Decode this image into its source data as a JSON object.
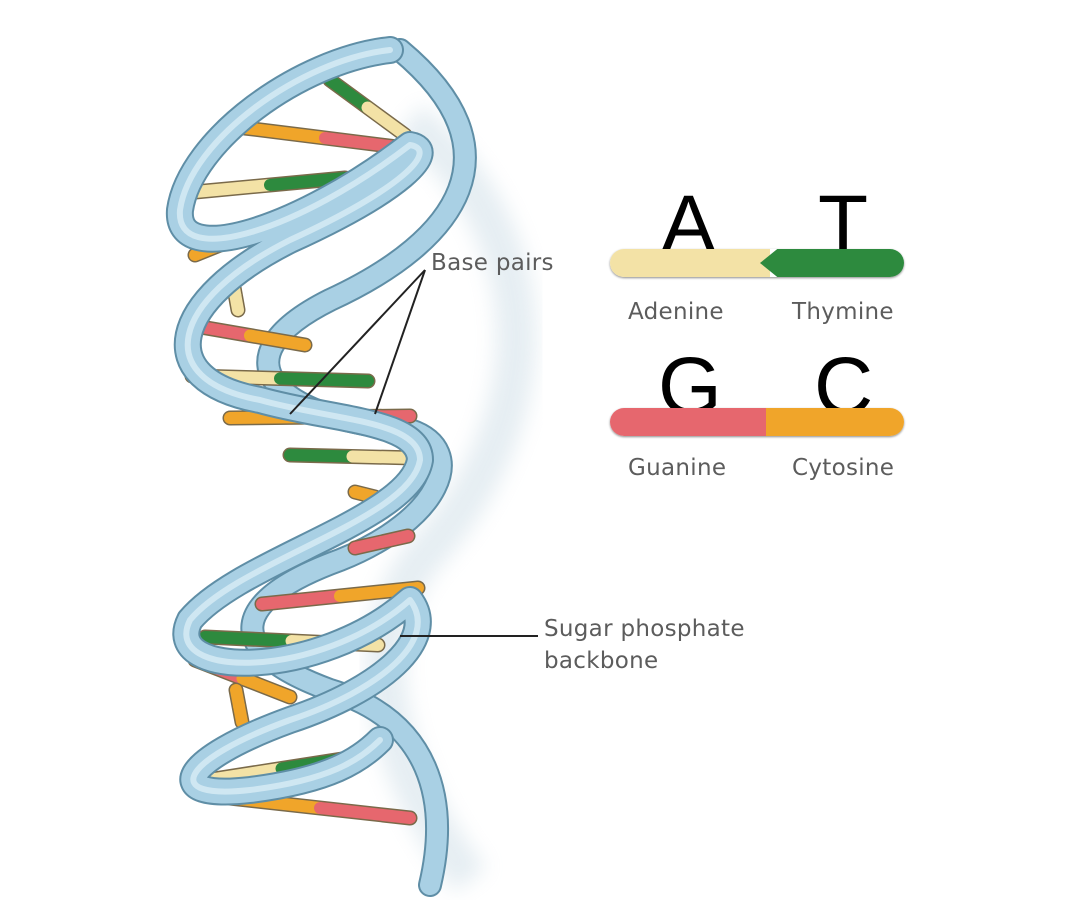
{
  "labels": {
    "base_pairs": "Base pairs",
    "backbone_line1": "Sugar phosphate",
    "backbone_line2": "backbone"
  },
  "legend": [
    {
      "left_letter": "A",
      "right_letter": "T",
      "left_name": "Adenine",
      "right_name": "Thymine",
      "left_color": "#f3e2a6",
      "right_color": "#2d8a3e"
    },
    {
      "left_letter": "G",
      "right_letter": "C",
      "left_name": "Guanine",
      "right_name": "Cytosine",
      "left_color": "#e6676e",
      "right_color": "#f0a52a"
    }
  ],
  "colors": {
    "backbone": "#a9d0e4",
    "backbone_outline": "#5f8ea6",
    "adenine": "#f3e2a6",
    "thymine": "#2d8a3e",
    "guanine": "#e6676e",
    "cytosine": "#f0a52a"
  }
}
